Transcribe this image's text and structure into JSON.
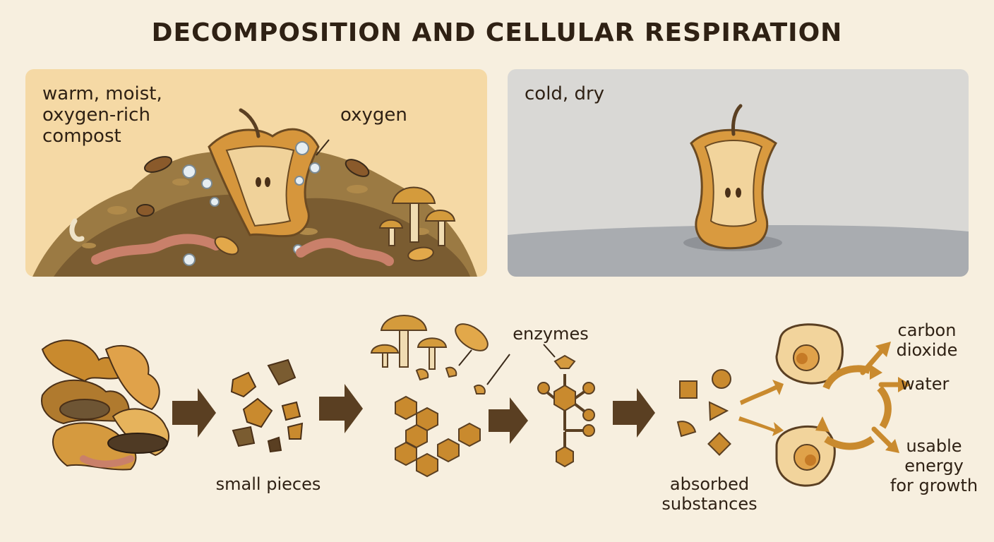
{
  "title": "DECOMPOSITION AND CELLULAR RESPIRATION",
  "panels": {
    "warm": {
      "condition": "warm, moist,\noxygen-rich\ncompost",
      "oxygen_label": "oxygen"
    },
    "cold": {
      "condition": "cold, dry"
    }
  },
  "process": {
    "small_pieces": "small pieces",
    "enzymes": "enzymes",
    "absorbed": "absorbed\nsubstances",
    "products": {
      "co2": "carbon\ndioxide",
      "water": "water",
      "energy": "usable\nenergy\nfor growth"
    }
  },
  "colors": {
    "brown_dark": "#5a3f22",
    "amber": "#c98a2e",
    "orange": "#d59a3f",
    "soil": "#8a6a3a",
    "worm": "#d8957a"
  }
}
